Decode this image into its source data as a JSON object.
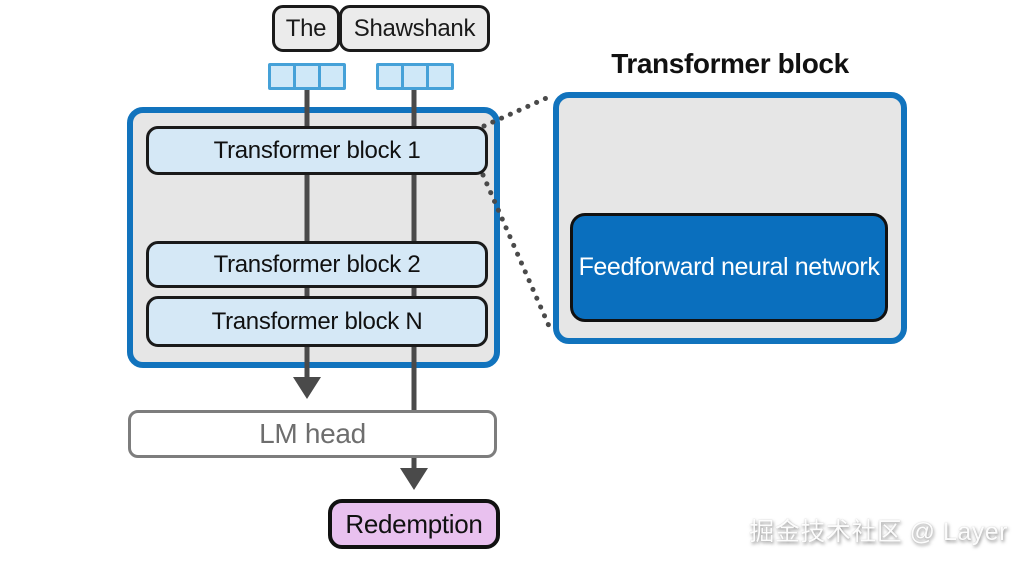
{
  "diagram": {
    "input_tokens": [
      "The",
      "Shawshank"
    ],
    "embedding_cells_per_token": 3,
    "stack": {
      "blocks": [
        "Transformer block 1",
        "Transformer block 2",
        "Transformer block N"
      ]
    },
    "lm_head_label": "LM head",
    "output_token": "Redemption",
    "detail": {
      "title": "Transformer block",
      "inner_label": "Feedforward neural network"
    },
    "watermark": "掘金技术社区 @ Layer",
    "colors": {
      "accent_blue_border": "#1173bd",
      "feedforward_blue": "#0a6fbe",
      "block_fill": "#d5e8f6",
      "panel_fill": "#e6e6e6",
      "token_cell_fill": "#cfe8f8",
      "token_cell_border": "#45a1d8",
      "connector_gray": "#4a4a4a",
      "lm_head_border": "#7d7d7d",
      "lm_head_text": "#6e6e6e",
      "redemption_fill": "#e9c1ef"
    }
  }
}
